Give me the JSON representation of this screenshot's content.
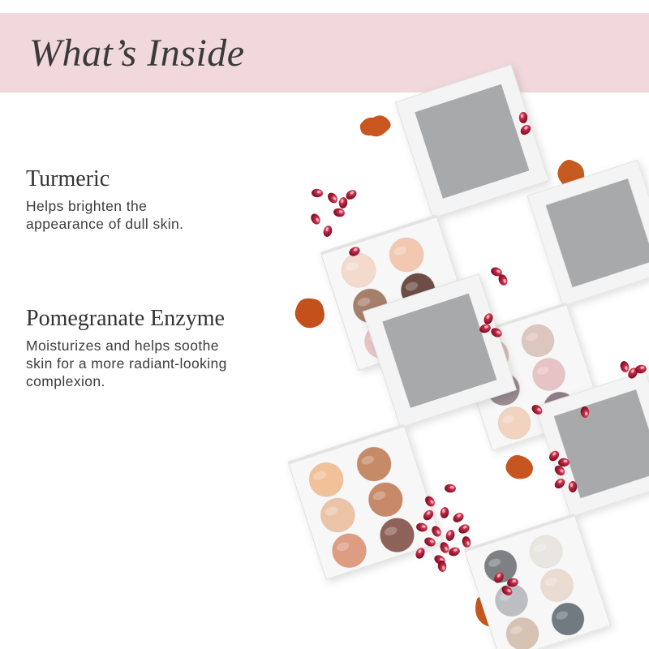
{
  "header": {
    "title": "What’s Inside"
  },
  "ingredients": [
    {
      "name": "Turmeric",
      "description": "Helps brighten the\nappearance of dull skin."
    },
    {
      "name": "Pomegranate Enzyme",
      "description": "Moisturizes and helps soothe\nskin for a more radiant-looking\ncomplexion."
    }
  ],
  "colors": {
    "banner": "#f1d8dd",
    "heading": "#3a3a3a",
    "turmeric": "#c8561e",
    "pomegranate": "#b01e3a",
    "mirror": "#a8a9ab"
  },
  "palettes": [
    {
      "shades": [
        "#f3dacd",
        "#f2c8b0",
        "#a67f6b",
        "#6d4e45",
        "#e9c4c3",
        "#c99b7f"
      ]
    },
    {
      "shades": [
        "#d8bfbb",
        "#dcc6bd",
        "#9a8c92",
        "#e6c3c4",
        "#f1d3bf",
        "#8e7c86"
      ]
    },
    {
      "shades": [
        "#f1c19a",
        "#c58a66",
        "#ebc4a8",
        "#c78969",
        "#dc9d82",
        "#8e6258"
      ]
    },
    {
      "shades": [
        "#7f8084",
        "#e9e6e1",
        "#bdbec2",
        "#ebdcd2",
        "#d6c3b4",
        "#6f7a80"
      ]
    }
  ]
}
